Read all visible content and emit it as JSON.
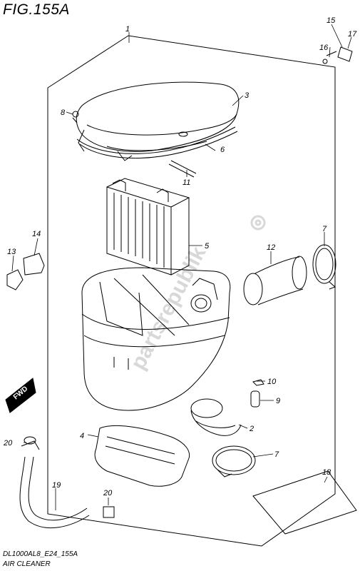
{
  "figure": {
    "title": "FIG.155A",
    "code": "DL1000AL8_E24_155A",
    "caption": "AIR CLEANER",
    "fwd_label": "FWD",
    "watermark": "partsrepublik"
  },
  "callouts": [
    {
      "id": "c1",
      "label": "1"
    },
    {
      "id": "c2",
      "label": "2"
    },
    {
      "id": "c3",
      "label": "3"
    },
    {
      "id": "c4",
      "label": "4"
    },
    {
      "id": "c5",
      "label": "5"
    },
    {
      "id": "c6",
      "label": "6"
    },
    {
      "id": "c7a",
      "label": "7"
    },
    {
      "id": "c7b",
      "label": "7"
    },
    {
      "id": "c8",
      "label": "8"
    },
    {
      "id": "c9",
      "label": "9"
    },
    {
      "id": "c10",
      "label": "10"
    },
    {
      "id": "c11",
      "label": "11"
    },
    {
      "id": "c12",
      "label": "12"
    },
    {
      "id": "c13",
      "label": "13"
    },
    {
      "id": "c14",
      "label": "14"
    },
    {
      "id": "c15",
      "label": "15"
    },
    {
      "id": "c16",
      "label": "16"
    },
    {
      "id": "c17",
      "label": "17"
    },
    {
      "id": "c18",
      "label": "18"
    },
    {
      "id": "c19",
      "label": "19"
    },
    {
      "id": "c20a",
      "label": "20"
    },
    {
      "id": "c20b",
      "label": "20"
    }
  ],
  "colors": {
    "line": "#000000",
    "watermark": "#d8d8d8",
    "paper": "#ffffff"
  }
}
